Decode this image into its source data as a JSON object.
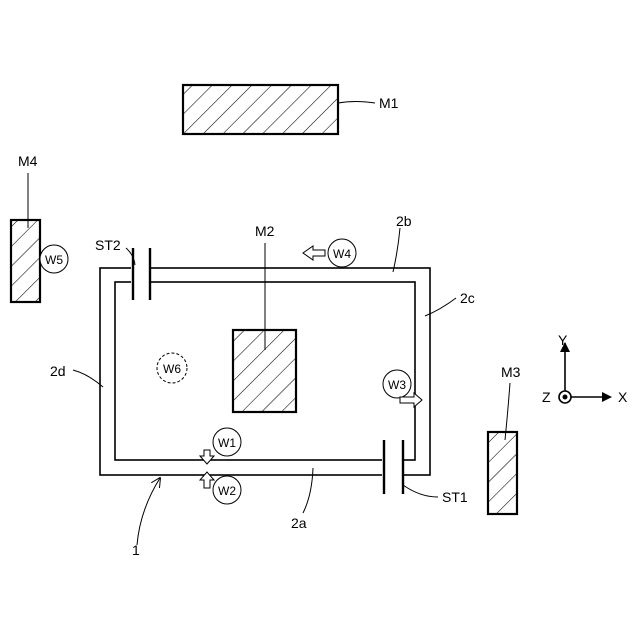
{
  "labels": {
    "m1": "M1",
    "m2": "M2",
    "m3": "M3",
    "m4": "M4",
    "st1": "ST1",
    "st2": "ST2",
    "track_2a": "2a",
    "track_2b": "2b",
    "track_2c": "2c",
    "track_2d": "2d",
    "loop_1": "1",
    "w1": "W1",
    "w2": "W2",
    "w3": "W3",
    "w4": "W4",
    "w5": "W5",
    "w6": "W6"
  },
  "axes": {
    "x": "X",
    "y": "Y",
    "z": "Z"
  }
}
